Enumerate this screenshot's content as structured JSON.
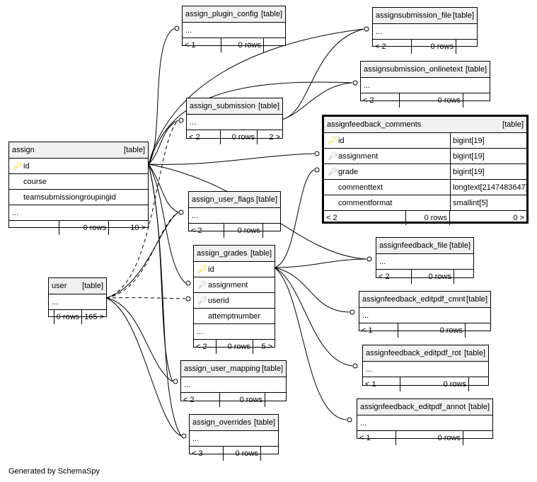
{
  "tables": {
    "assign_plugin_config": {
      "name": "assign_plugin_config",
      "type": "[table]",
      "ellipsis": "...",
      "parents": "< 1",
      "rows": "0 rows",
      "children": ""
    },
    "assignsubmission_file": {
      "name": "assignsubmission_file",
      "type": "[table]",
      "ellipsis": "...",
      "parents": "< 2",
      "rows": "0 rows",
      "children": ""
    },
    "assignsubmission_onlinetext": {
      "name": "assignsubmission_onlinetext",
      "type": "[table]",
      "ellipsis": "...",
      "parents": "< 2",
      "rows": "0 rows",
      "children": ""
    },
    "assign_submission": {
      "name": "assign_submission",
      "type": "[table]",
      "ellipsis": "...",
      "parents": "< 2",
      "rows": "0 rows",
      "children": "2 >"
    },
    "assignfeedback_comments": {
      "name": "assignfeedback_comments",
      "type": "[table]",
      "columns": [
        {
          "name": "id",
          "type": "bigint[19]",
          "key": "pk"
        },
        {
          "name": "assignment",
          "type": "bigint[19]",
          "key": "fk"
        },
        {
          "name": "grade",
          "type": "bigint[19]",
          "key": "fk"
        },
        {
          "name": "commenttext",
          "type": "longtext[2147483647]",
          "key": ""
        },
        {
          "name": "commentformat",
          "type": "smallint[5]",
          "key": ""
        }
      ],
      "parents": "< 2",
      "rows": "0 rows",
      "children": "0 >"
    },
    "assign": {
      "name": "assign",
      "type": "[table]",
      "columns": [
        {
          "name": "id",
          "key": "pk"
        },
        {
          "name": "course",
          "key": ""
        },
        {
          "name": "teamsubmissiongroupingid",
          "key": ""
        }
      ],
      "ellipsis": "...",
      "parents": "",
      "rows": "0 rows",
      "children": "10 >"
    },
    "assign_user_flags": {
      "name": "assign_user_flags",
      "type": "[table]",
      "ellipsis": "...",
      "parents": "< 2",
      "rows": "0 rows",
      "children": ""
    },
    "assignfeedback_file": {
      "name": "assignfeedback_file",
      "type": "[table]",
      "ellipsis": "...",
      "parents": "< 2",
      "rows": "0 rows",
      "children": ""
    },
    "assign_grades": {
      "name": "assign_grades",
      "type": "[table]",
      "columns": [
        {
          "name": "id",
          "key": "pk"
        },
        {
          "name": "assignment",
          "key": "fk"
        },
        {
          "name": "userid",
          "key": "fk"
        },
        {
          "name": "attemptnumber",
          "key": ""
        }
      ],
      "ellipsis": "...",
      "parents": "< 2",
      "rows": "0 rows",
      "children": "5 >"
    },
    "user": {
      "name": "user",
      "type": "[table]",
      "ellipsis": "...",
      "parents": "",
      "rows": "0 rows",
      "children": "165 >"
    },
    "assignfeedback_editpdf_cmnt": {
      "name": "assignfeedback_editpdf_cmnt",
      "type": "[table]",
      "ellipsis": "...",
      "parents": "< 1",
      "rows": "0 rows",
      "children": ""
    },
    "assignfeedback_editpdf_rot": {
      "name": "assignfeedback_editpdf_rot",
      "type": "[table]",
      "ellipsis": "...",
      "parents": "< 1",
      "rows": "0 rows",
      "children": ""
    },
    "assign_user_mapping": {
      "name": "assign_user_mapping",
      "type": "[table]",
      "ellipsis": "...",
      "parents": "< 2",
      "rows": "0 rows",
      "children": ""
    },
    "assignfeedback_editpdf_annot": {
      "name": "assignfeedback_editpdf_annot",
      "type": "[table]",
      "ellipsis": "...",
      "parents": "< 1",
      "rows": "0 rows",
      "children": ""
    },
    "assign_overrides": {
      "name": "assign_overrides",
      "type": "[table]",
      "ellipsis": "...",
      "parents": "< 3",
      "rows": "0 rows",
      "children": ""
    }
  },
  "footer": {
    "generated_by": "Generated by SchemaSpy"
  },
  "colors": {
    "header_bg": "#f0f0f0",
    "primary_key": "#f0d400",
    "foreign_key": "#a8a8a8",
    "line": "#000000"
  }
}
